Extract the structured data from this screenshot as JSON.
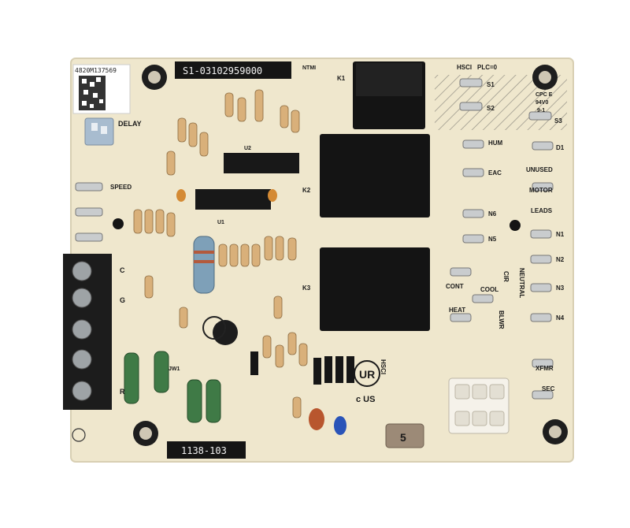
{
  "board": {
    "top_code": "S1-03102959000",
    "bottom_code": "1138-103",
    "serial": "4820M137569",
    "fuse_value": "5",
    "cert_mark": "c US",
    "hsci_top": "HSCI",
    "plc": "PLC=0",
    "cpc": "CPC E",
    "rating": "94V0",
    "rating_sub": "9-1",
    "hsci_side": "HSCI"
  },
  "labels": {
    "ntmi": "NTMI",
    "k1": "K1",
    "k2": "K2",
    "k3": "K3",
    "s1": "S1",
    "s2": "S2",
    "s3": "S3",
    "hum": "HUM",
    "eac": "EAC",
    "d1": "D1",
    "unused": "UNUSED",
    "motor": "MOTOR",
    "leads": "LEADS",
    "n6": "N6",
    "n5": "N5",
    "n1": "N1",
    "n2": "N2",
    "n3": "N3",
    "n4": "N4",
    "neutral": "NEUTRAL",
    "cir": "CIR",
    "cont": "CONT",
    "cool": "COOL",
    "heat": "HEAT",
    "blwr": "BLWR",
    "xfmr": "XFMR",
    "sec": "SEC",
    "delay": "DELAY",
    "speed": "SPEED",
    "u1": "U1",
    "u2": "U2",
    "jw1": "JW1",
    "c": "C",
    "g": "G",
    "r": "R"
  },
  "colors": {
    "board": "#efe7cd",
    "relay": "#141414",
    "terminal_block": "#1c1c1c",
    "resistor_body": "#d9b07a",
    "power_resistor": "#3f7a46",
    "fuse": "#9c8a77",
    "connector": "#f5f2ea"
  }
}
